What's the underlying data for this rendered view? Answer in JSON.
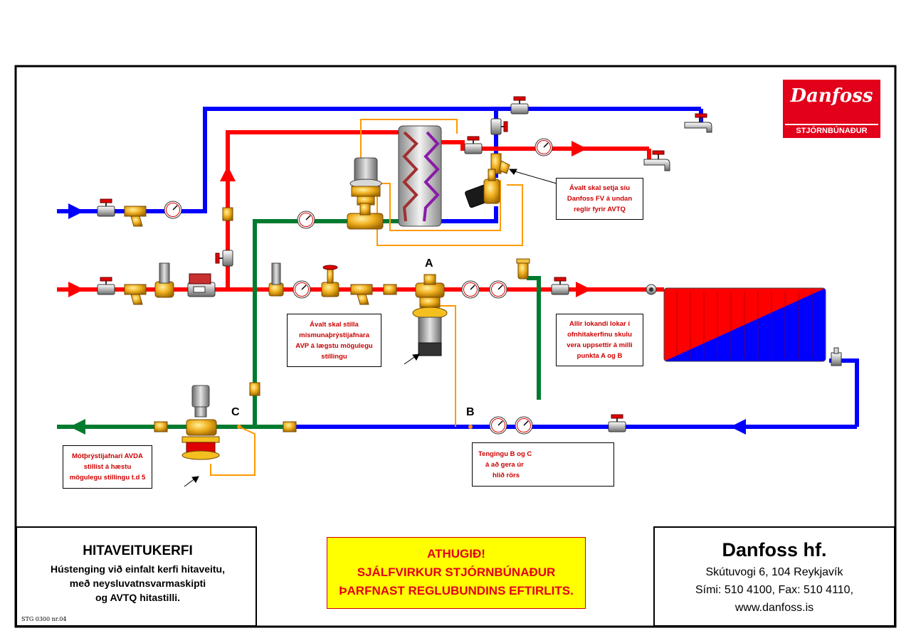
{
  "logo": {
    "brand": "Danfoss",
    "subtitle": "STJÓRNBÚNAÐUR"
  },
  "points": {
    "a": "A",
    "b": "B",
    "c": "C"
  },
  "notes": {
    "filter": [
      "Ávalt skal setja síu",
      "Danfoss FV á undan",
      "reglir fyrir AVTQ"
    ],
    "avp": [
      "Ávalt skal stilla",
      "mismunaþrýstijafnara",
      "AVP á lægstu mögulegu",
      "stillingu"
    ],
    "radiator_valves": [
      "Allir lokandi lokar í",
      "ofnhitakerfinu skulu",
      "vera uppsettir á milli",
      "punkta  A og B"
    ],
    "avda": [
      "Mótþrýstijafnari AVDA",
      "stillist á hæstu",
      "mögulegu stillingu t.d 5"
    ],
    "connections": [
      "Tengingu  B og C",
      "á að gera úr",
      "hlið  rörs"
    ]
  },
  "title_block": {
    "title": "HITAVEITUKERFI",
    "subtitle": [
      "Hústenging við einfalt kerfi hitaveitu,",
      "með neysluvatnsvarmaskipti",
      "og AVTQ hitastilli."
    ],
    "code": "STG 0300 nr.04"
  },
  "warning": {
    "lines": [
      "ATHUGIÐ!",
      "SJÁLFVIRKUR STJÓRNBÚNAÐUR",
      "ÞARFNAST REGLUBUNDINS EFTIRLITS."
    ]
  },
  "company": {
    "name": "Danfoss hf.",
    "address": "Skútuvogi 6,  104 Reykjavík",
    "phone_fax": "Sími: 510 4100,  Fax: 510 4110,",
    "web": "www.danfoss.is"
  },
  "colors": {
    "hot_supply": "#ff0000",
    "cold_water": "#0000ff",
    "return": "#007a2e",
    "impulse_tube": "#ff9900",
    "fitting": "#e8a317",
    "logo_red": "#e2001a",
    "warning_fill": "#ffff00"
  }
}
